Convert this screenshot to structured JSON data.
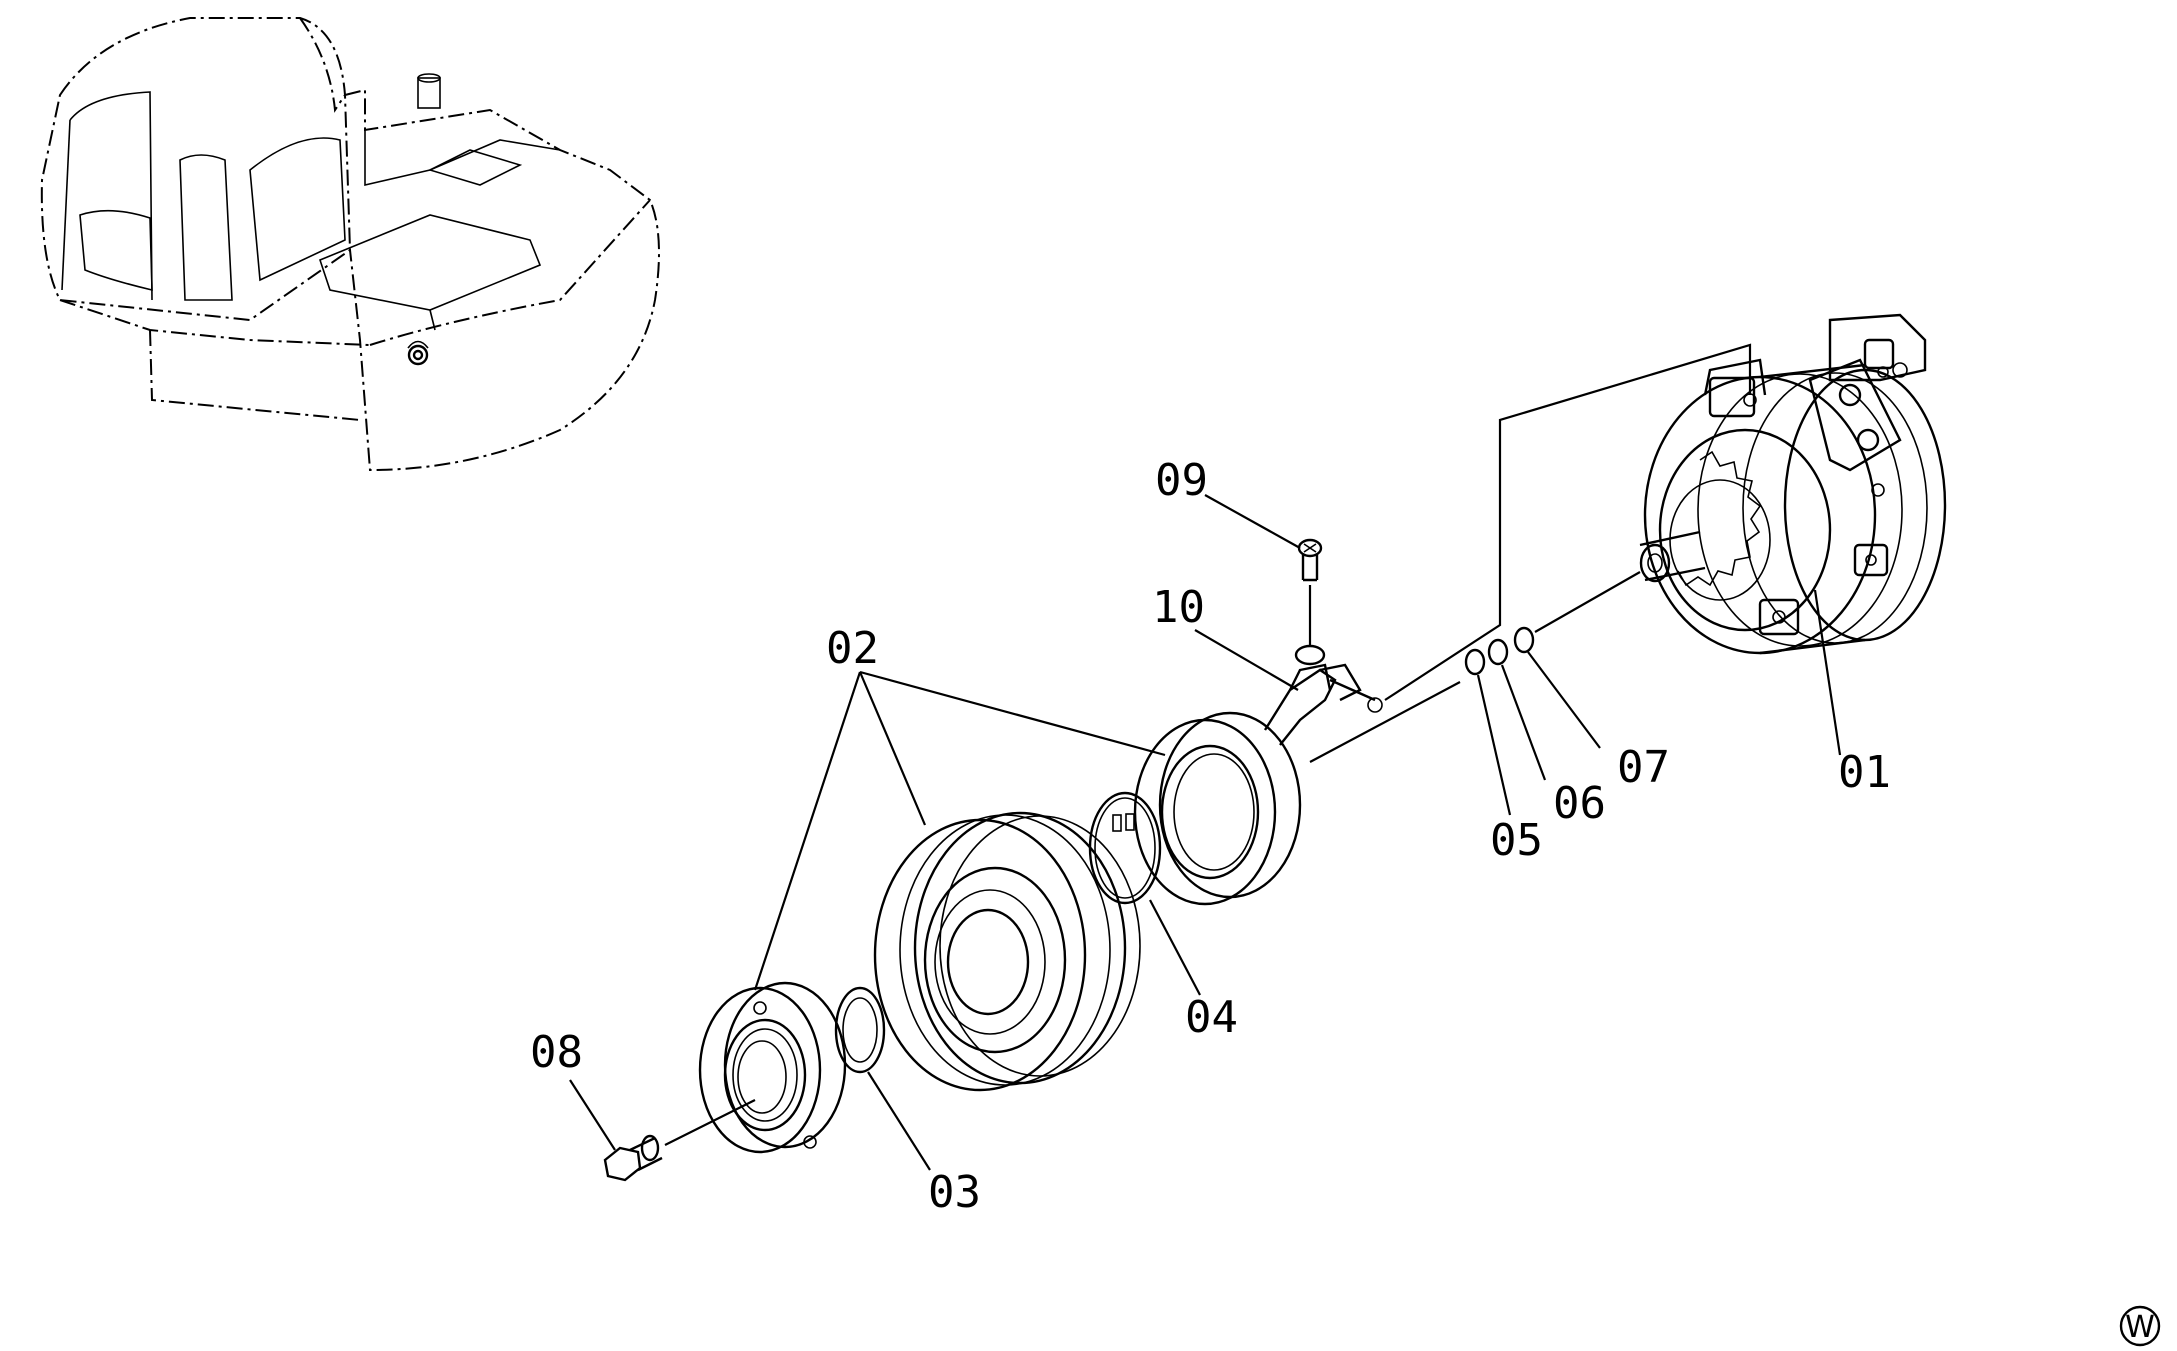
{
  "parts": [
    {
      "id": "p01",
      "label": "01"
    },
    {
      "id": "p02",
      "label": "02"
    },
    {
      "id": "p03",
      "label": "03"
    },
    {
      "id": "p04",
      "label": "04"
    },
    {
      "id": "p05",
      "label": "05"
    },
    {
      "id": "p06",
      "label": "06"
    },
    {
      "id": "p07",
      "label": "07"
    },
    {
      "id": "p08",
      "label": "08"
    },
    {
      "id": "p09",
      "label": "09"
    },
    {
      "id": "p10",
      "label": "10"
    }
  ],
  "watermark": {
    "letter": "W"
  }
}
